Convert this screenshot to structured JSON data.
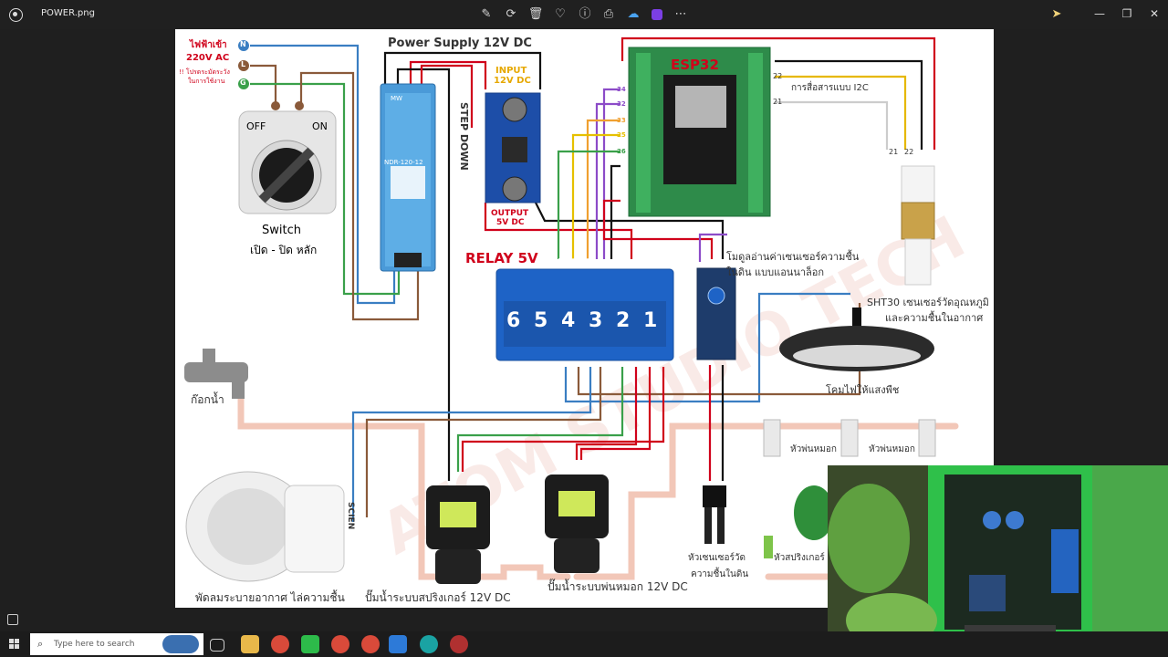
{
  "window": {
    "file_name": "POWER.png",
    "toolbar": [
      "edit-icon",
      "rotate-icon",
      "delete-icon",
      "favorite-icon",
      "print-icon",
      "onedrive-icon",
      "clipchamp-icon",
      "more-icon"
    ]
  },
  "diagram": {
    "power_supply_title": "Power Supply 12V DC",
    "ac_input": "ไฟฟ้าเข้า",
    "ac_voltage": "220V AC",
    "ac_warning_1": "!! โปรดระมัดระวัง",
    "ac_warning_2": "ในการใช้งาน",
    "terminal_n": "N",
    "terminal_l": "L",
    "terminal_g": "G",
    "switch_off": "OFF",
    "switch_on": "ON",
    "switch_title": "Switch",
    "switch_desc": "เปิด - ปิด หลัก",
    "psu_brand": "MW",
    "psu_model": "NDR-120-12",
    "input_label_1": "INPUT",
    "input_label_2": "12V DC",
    "step_down": "STEP DOWN",
    "output_label_1": "OUTPUT",
    "output_label_2": "5V DC",
    "esp_title": "ESP32",
    "i2c_label": "การสื่อสารแบบ I2C",
    "pin_22": "22",
    "pin_21": "21",
    "pin_34": "34",
    "pin_32": "32",
    "pin_33": "33",
    "pin_25": "25",
    "pin_26": "26",
    "relay_title": "RELAY 5V",
    "relay_numbers": [
      "6",
      "5",
      "4",
      "3",
      "2",
      "1"
    ],
    "relay_pins": [
      "4",
      "3",
      "2",
      "1"
    ],
    "soil_module_label_1": "โมดูลอ่านค่าเซนเซอร์ความชื้น",
    "soil_module_label_2": "ในดิน แบบแอนนาล็อก",
    "sht30_label_1": "SHT30 เซนเซอร์วัดอุณหภูมิ",
    "sht30_label_2": "และความชื้นในอากาศ",
    "grow_light_label": "โคมไฟให้แสงพืช",
    "faucet_label": "ก๊อกน้ำ",
    "mist_nozzle_1": "หัวพ่นหมอก",
    "mist_nozzle_2": "หัวพ่นหมอก",
    "fan_label": "พัดลมระบายอากาศ ไล่ความชื้น",
    "sprinkler_pump_label": "ปั๊มน้ำระบบสปริงเกอร์ 12V DC",
    "mist_pump_label": "ปั๊มน้ำระบบพ่นหมอก 12V DC",
    "soil_probe_label_1": "หัวเซนเซอร์วัด",
    "soil_probe_label_2": "ความชื้นในดิน",
    "sprinkler_head_label": "หัวสปริงเกอร์",
    "fan_brand": "SCIEN",
    "watermark": "ATOM STUDIO TECH"
  },
  "taskbar": {
    "search_placeholder": "Type here to search",
    "apps": [
      "task-view-icon",
      "file-explorer-icon",
      "chrome-icon",
      "line-icon",
      "chrome-icon",
      "chrome-icon",
      "vscode-icon",
      "arduino-icon",
      "recorder-icon"
    ]
  },
  "colors": {
    "red": "#d0021b",
    "black": "#111111",
    "blue_wire": "#3a7ec2",
    "green_wire": "#3aa04a",
    "brown_wire": "#8a5a3a",
    "yellow_wire": "#e6b800",
    "purple_wire": "#8c4bc8",
    "pipe": "#f2c7b8",
    "relay_blue": "#1e63c6",
    "esp_green": "#2e8b4a"
  }
}
